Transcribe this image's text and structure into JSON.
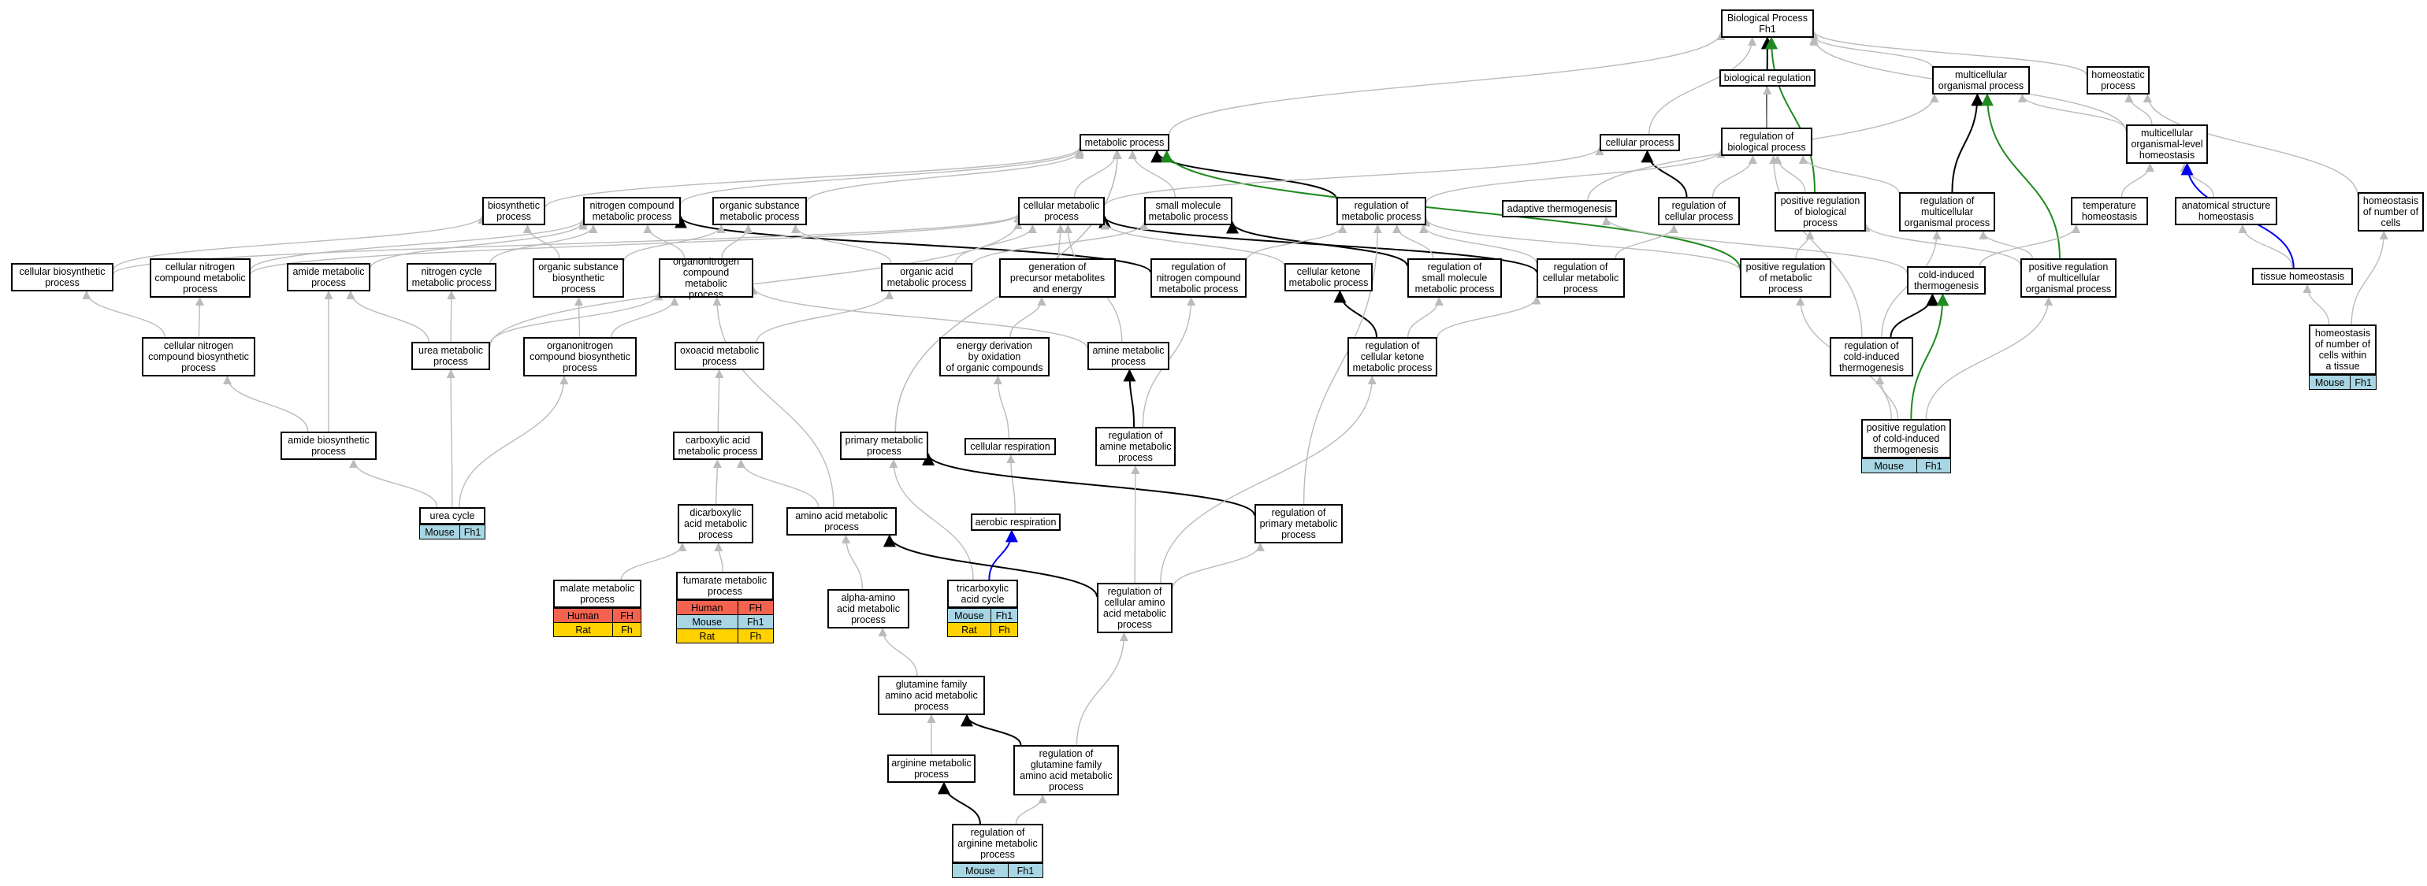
{
  "nodes": {
    "bp": "Biological Process\nFh1",
    "biological_regulation": "biological regulation",
    "multicellular_organismal_process": "multicellular\norganismal process",
    "homeostatic_process": "homeostatic\nprocess",
    "metabolic_process": "metabolic process",
    "cellular_process": "cellular process",
    "regulation_of_biological_process": "regulation of\nbiological process",
    "multicellular_organismal_level_homeostasis": "multicellular\norganismal-level\nhomeostasis",
    "biosynthetic_process": "biosynthetic\nprocess",
    "nitrogen_compound_metabolic_process": "nitrogen compound\nmetabolic process",
    "organic_substance_metabolic_process": "organic substance\nmetabolic process",
    "cellular_metabolic_process": "cellular metabolic\nprocess",
    "small_molecule_metabolic_process": "small molecule\nmetabolic process",
    "regulation_of_metabolic_process": "regulation of\nmetabolic process",
    "adaptive_thermogenesis": "adaptive thermogenesis",
    "regulation_of_cellular_process": "regulation of\ncellular process",
    "positive_regulation_of_biological_process": "positive regulation\nof biological\nprocess",
    "regulation_of_multicellular_organismal_process": "regulation of\nmulticellular\norganismal process",
    "temperature_homeostasis": "temperature\nhomeostasis",
    "anatomical_structure_homeostasis": "anatomical structure\nhomeostasis",
    "homeostasis_of_number_of_cells": "homeostasis\nof number of\ncells",
    "cellular_biosynthetic_process": "cellular biosynthetic\nprocess",
    "cellular_nitrogen_compound_metabolic_process": "cellular nitrogen\ncompound metabolic\nprocess",
    "amide_metabolic_process": "amide metabolic\nprocess",
    "nitrogen_cycle_metabolic_process": "nitrogen cycle\nmetabolic process",
    "organic_substance_biosynthetic_process": "organic substance\nbiosynthetic\nprocess",
    "organonitrogen_compound_metabolic_process": "organonitrogen\ncompound metabolic\nprocess",
    "organic_acid_metabolic_process": "organic acid\nmetabolic process",
    "generation_of_precursor_metabolites_and_energy": "generation of\nprecursor metabolites\nand energy",
    "regulation_of_nitrogen_compound_metabolic_process": "regulation of\nnitrogen compound\nmetabolic process",
    "cellular_ketone_metabolic_process": "cellular ketone\nmetabolic process",
    "regulation_of_small_molecule_metabolic_process": "regulation of\nsmall molecule\nmetabolic process",
    "regulation_of_cellular_metabolic_process": "regulation of\ncellular metabolic\nprocess",
    "positive_regulation_of_metabolic_process": "positive regulation\nof metabolic\nprocess",
    "cold_induced_thermogenesis": "cold-induced\nthermogenesis",
    "positive_regulation_of_multicellular_organismal_process": "positive regulation\nof multicellular\norganismal process",
    "tissue_homeostasis": "tissue homeostasis",
    "cellular_nitrogen_compound_biosynthetic_process": "cellular nitrogen\ncompound biosynthetic\nprocess",
    "urea_metabolic_process": "urea metabolic\nprocess",
    "organonitrogen_compound_biosynthetic_process": "organonitrogen\ncompound biosynthetic\nprocess",
    "oxoacid_metabolic_process": "oxoacid metabolic\nprocess",
    "energy_derivation_by_oxidation": "energy derivation\nby oxidation\nof organic compounds",
    "amine_metabolic_process": "amine metabolic\nprocess",
    "regulation_of_cellular_ketone_metabolic_process": "regulation of\ncellular ketone\nmetabolic process",
    "regulation_of_cold_induced_thermogenesis": "regulation of\ncold-induced\nthermogenesis",
    "homeostasis_of_number_of_cells_within_a_tissue": "homeostasis\nof number of\ncells within\na tissue",
    "amide_biosynthetic_process": "amide biosynthetic\nprocess",
    "carboxylic_acid_metabolic_process": "carboxylic acid\nmetabolic process",
    "primary_metabolic_process": "primary metabolic\nprocess",
    "cellular_respiration": "cellular respiration",
    "regulation_of_amine_metabolic_process": "regulation of\namine metabolic\nprocess",
    "positive_regulation_of_cold_induced_thermogenesis": "positive regulation\nof cold-induced\nthermogenesis",
    "urea_cycle": "urea cycle",
    "dicarboxylic_acid_metabolic_process": "dicarboxylic\nacid metabolic\nprocess",
    "amino_acid_metabolic_process": "amino acid metabolic\nprocess",
    "aerobic_respiration": "aerobic respiration",
    "regulation_of_primary_metabolic_process": "regulation of\nprimary metabolic\nprocess",
    "malate_metabolic_process": "malate metabolic\nprocess",
    "fumarate_metabolic_process": "fumarate metabolic\nprocess",
    "alpha_amino_acid_metabolic_process": "alpha-amino\nacid metabolic\nprocess",
    "tricarboxylic_acid_cycle": "tricarboxylic\nacid cycle",
    "regulation_of_cellular_amino_acid_metabolic_process": "regulation of\ncellular amino\nacid metabolic\nprocess",
    "glutamine_family_amino_acid_metabolic_process": "glutamine family\namino acid metabolic\nprocess",
    "arginine_metabolic_process": "arginine metabolic\nprocess",
    "regulation_of_glutamine_family_amino_acid_metabolic_process": "regulation of\nglutamine family\namino acid metabolic\nprocess",
    "regulation_of_arginine_metabolic_process": "regulation of\narginine metabolic\nprocess"
  },
  "annotations": {
    "urea_cycle": [
      [
        "Mouse",
        "Fh1"
      ]
    ],
    "malate_metabolic_process": [
      [
        "Human",
        "FH"
      ],
      [
        "Rat",
        "Fh"
      ]
    ],
    "fumarate_metabolic_process": [
      [
        "Human",
        "FH"
      ],
      [
        "Mouse",
        "Fh1"
      ],
      [
        "Rat",
        "Fh"
      ]
    ],
    "tricarboxylic_acid_cycle": [
      [
        "Mouse",
        "Fh1"
      ],
      [
        "Rat",
        "Fh"
      ]
    ],
    "regulation_of_arginine_metabolic_process": [
      [
        "Mouse",
        "Fh1"
      ]
    ],
    "positive_regulation_of_cold_induced_thermogenesis": [
      [
        "Mouse",
        "Fh1"
      ]
    ],
    "homeostasis_of_number_of_cells_within_a_tissue": [
      [
        "Mouse",
        "Fh1"
      ]
    ]
  },
  "edge_types": {
    "is_a": "#bbbbbb",
    "regulates": "#000000",
    "positively_regulates": "#1f8a1f",
    "part_of": "#0000ee"
  },
  "edges": [
    [
      "biological_regulation",
      "bp",
      "is_a"
    ],
    [
      "multicellular_organismal_process",
      "bp",
      "is_a"
    ],
    [
      "homeostatic_process",
      "bp",
      "is_a"
    ],
    [
      "metabolic_process",
      "bp",
      "is_a"
    ],
    [
      "cellular_process",
      "bp",
      "is_a"
    ],
    [
      "multicellular_organismal_level_homeostasis",
      "bp",
      "is_a"
    ],
    [
      "regulation_of_biological_process",
      "bp",
      "regulates"
    ],
    [
      "positive_regulation_of_biological_process",
      "bp",
      "positively_regulates"
    ],
    [
      "regulation_of_biological_process",
      "biological_regulation",
      "is_a"
    ],
    [
      "regulation_of_cellular_process",
      "cellular_process",
      "regulates"
    ],
    [
      "regulation_of_cellular_process",
      "regulation_of_biological_process",
      "is_a"
    ],
    [
      "positive_regulation_of_biological_process",
      "regulation_of_biological_process",
      "is_a"
    ],
    [
      "regulation_of_metabolic_process",
      "regulation_of_biological_process",
      "is_a"
    ],
    [
      "regulation_of_multicellular_organismal_process",
      "regulation_of_biological_process",
      "is_a"
    ],
    [
      "regulation_of_multicellular_organismal_process",
      "multicellular_organismal_process",
      "regulates"
    ],
    [
      "positive_regulation_of_multicellular_organismal_process",
      "multicellular_organismal_process",
      "positively_regulates"
    ],
    [
      "multicellular_organismal_level_homeostasis",
      "multicellular_organismal_process",
      "is_a"
    ],
    [
      "multicellular_organismal_level_homeostasis",
      "homeostatic_process",
      "is_a"
    ],
    [
      "temperature_homeostasis",
      "multicellular_organismal_level_homeostasis",
      "is_a"
    ],
    [
      "anatomical_structure_homeostasis",
      "multicellular_organismal_level_homeostasis",
      "is_a"
    ],
    [
      "homeostasis_of_number_of_cells",
      "homeostatic_process",
      "is_a"
    ],
    [
      "tissue_homeostasis",
      "multicellular_organismal_level_homeostasis",
      "part_of"
    ],
    [
      "tissue_homeostasis",
      "anatomical_structure_homeostasis",
      "is_a"
    ],
    [
      "homeostasis_of_number_of_cells_within_a_tissue",
      "homeostasis_of_number_of_cells",
      "is_a"
    ],
    [
      "homeostasis_of_number_of_cells_within_a_tissue",
      "tissue_homeostasis",
      "is_a"
    ],
    [
      "biosynthetic_process",
      "metabolic_process",
      "is_a"
    ],
    [
      "nitrogen_compound_metabolic_process",
      "metabolic_process",
      "is_a"
    ],
    [
      "organic_substance_metabolic_process",
      "metabolic_process",
      "is_a"
    ],
    [
      "cellular_metabolic_process",
      "metabolic_process",
      "is_a"
    ],
    [
      "small_molecule_metabolic_process",
      "metabolic_process",
      "is_a"
    ],
    [
      "regulation_of_metabolic_process",
      "metabolic_process",
      "regulates"
    ],
    [
      "positive_regulation_of_metabolic_process",
      "metabolic_process",
      "positively_regulates"
    ],
    [
      "primary_metabolic_process",
      "metabolic_process",
      "is_a"
    ],
    [
      "adaptive_thermogenesis",
      "multicellular_organismal_process",
      "is_a"
    ],
    [
      "cold_induced_thermogenesis",
      "adaptive_thermogenesis",
      "is_a"
    ],
    [
      "cold_induced_thermogenesis",
      "temperature_homeostasis",
      "is_a"
    ],
    [
      "cellular_metabolic_process",
      "cellular_process",
      "is_a"
    ],
    [
      "positive_regulation_of_metabolic_process",
      "regulation_of_metabolic_process",
      "is_a"
    ],
    [
      "positive_regulation_of_metabolic_process",
      "positive_regulation_of_biological_process",
      "is_a"
    ],
    [
      "regulation_of_cellular_metabolic_process",
      "regulation_of_metabolic_process",
      "is_a"
    ],
    [
      "regulation_of_cellular_metabolic_process",
      "regulation_of_cellular_process",
      "is_a"
    ],
    [
      "regulation_of_cellular_metabolic_process",
      "cellular_metabolic_process",
      "regulates"
    ],
    [
      "regulation_of_small_molecule_metabolic_process",
      "small_molecule_metabolic_process",
      "regulates"
    ],
    [
      "regulation_of_small_molecule_metabolic_process",
      "regulation_of_metabolic_process",
      "is_a"
    ],
    [
      "regulation_of_nitrogen_compound_metabolic_process",
      "nitrogen_compound_metabolic_process",
      "regulates"
    ],
    [
      "regulation_of_nitrogen_compound_metabolic_process",
      "regulation_of_metabolic_process",
      "is_a"
    ],
    [
      "positive_regulation_of_multicellular_organismal_process",
      "regulation_of_multicellular_organismal_process",
      "is_a"
    ],
    [
      "positive_regulation_of_multicellular_organismal_process",
      "positive_regulation_of_biological_process",
      "is_a"
    ],
    [
      "regulation_of_cold_induced_thermogenesis",
      "cold_induced_thermogenesis",
      "regulates"
    ],
    [
      "regulation_of_cold_induced_thermogenesis",
      "regulation_of_multicellular_organismal_process",
      "is_a"
    ],
    [
      "regulation_of_cold_induced_thermogenesis",
      "regulation_of_biological_process",
      "is_a"
    ],
    [
      "positive_regulation_of_cold_induced_thermogenesis",
      "cold_induced_thermogenesis",
      "positively_regulates"
    ],
    [
      "positive_regulation_of_cold_induced_thermogenesis",
      "regulation_of_cold_induced_thermogenesis",
      "is_a"
    ],
    [
      "positive_regulation_of_cold_induced_thermogenesis",
      "positive_regulation_of_metabolic_process",
      "is_a"
    ],
    [
      "positive_regulation_of_cold_induced_thermogenesis",
      "positive_regulation_of_multicellular_organismal_process",
      "is_a"
    ],
    [
      "cellular_biosynthetic_process",
      "biosynthetic_process",
      "is_a"
    ],
    [
      "cellular_biosynthetic_process",
      "cellular_metabolic_process",
      "is_a"
    ],
    [
      "cellular_nitrogen_compound_metabolic_process",
      "nitrogen_compound_metabolic_process",
      "is_a"
    ],
    [
      "cellular_nitrogen_compound_metabolic_process",
      "cellular_metabolic_process",
      "is_a"
    ],
    [
      "amide_metabolic_process",
      "nitrogen_compound_metabolic_process",
      "is_a"
    ],
    [
      "nitrogen_cycle_metabolic_process",
      "nitrogen_compound_metabolic_process",
      "is_a"
    ],
    [
      "organic_substance_biosynthetic_process",
      "biosynthetic_process",
      "is_a"
    ],
    [
      "organic_substance_biosynthetic_process",
      "organic_substance_metabolic_process",
      "is_a"
    ],
    [
      "organonitrogen_compound_metabolic_process",
      "nitrogen_compound_metabolic_process",
      "is_a"
    ],
    [
      "organonitrogen_compound_metabolic_process",
      "organic_substance_metabolic_process",
      "is_a"
    ],
    [
      "organic_acid_metabolic_process",
      "organic_substance_metabolic_process",
      "is_a"
    ],
    [
      "organic_acid_metabolic_process",
      "cellular_metabolic_process",
      "is_a"
    ],
    [
      "organic_acid_metabolic_process",
      "small_molecule_metabolic_process",
      "is_a"
    ],
    [
      "generation_of_precursor_metabolites_and_energy",
      "cellular_metabolic_process",
      "is_a"
    ],
    [
      "cellular_ketone_metabolic_process",
      "cellular_metabolic_process",
      "is_a"
    ],
    [
      "amine_metabolic_process",
      "organonitrogen_compound_metabolic_process",
      "is_a"
    ],
    [
      "amine_metabolic_process",
      "cellular_metabolic_process",
      "is_a"
    ],
    [
      "cellular_nitrogen_compound_biosynthetic_process",
      "cellular_biosynthetic_process",
      "is_a"
    ],
    [
      "cellular_nitrogen_compound_biosynthetic_process",
      "cellular_nitrogen_compound_metabolic_process",
      "is_a"
    ],
    [
      "urea_metabolic_process",
      "amide_metabolic_process",
      "is_a"
    ],
    [
      "urea_metabolic_process",
      "nitrogen_cycle_metabolic_process",
      "is_a"
    ],
    [
      "urea_metabolic_process",
      "organonitrogen_compound_metabolic_process",
      "is_a"
    ],
    [
      "urea_metabolic_process",
      "cellular_metabolic_process",
      "is_a"
    ],
    [
      "organonitrogen_compound_biosynthetic_process",
      "organic_substance_biosynthetic_process",
      "is_a"
    ],
    [
      "organonitrogen_compound_biosynthetic_process",
      "organonitrogen_compound_metabolic_process",
      "is_a"
    ],
    [
      "oxoacid_metabolic_process",
      "organic_acid_metabolic_process",
      "is_a"
    ],
    [
      "energy_derivation_by_oxidation",
      "generation_of_precursor_metabolites_and_energy",
      "is_a"
    ],
    [
      "regulation_of_cellular_ketone_metabolic_process",
      "cellular_ketone_metabolic_process",
      "regulates"
    ],
    [
      "regulation_of_cellular_ketone_metabolic_process",
      "regulation_of_small_molecule_metabolic_process",
      "is_a"
    ],
    [
      "regulation_of_cellular_ketone_metabolic_process",
      "regulation_of_cellular_metabolic_process",
      "is_a"
    ],
    [
      "amide_biosynthetic_process",
      "cellular_nitrogen_compound_biosynthetic_process",
      "is_a"
    ],
    [
      "amide_biosynthetic_process",
      "amide_metabolic_process",
      "is_a"
    ],
    [
      "carboxylic_acid_metabolic_process",
      "oxoacid_metabolic_process",
      "is_a"
    ],
    [
      "primary_metabolic_process",
      "metabolic_process",
      "is_a"
    ],
    [
      "cellular_respiration",
      "energy_derivation_by_oxidation",
      "is_a"
    ],
    [
      "regulation_of_amine_metabolic_process",
      "amine_metabolic_process",
      "regulates"
    ],
    [
      "regulation_of_amine_metabolic_process",
      "regulation_of_nitrogen_compound_metabolic_process",
      "is_a"
    ],
    [
      "urea_cycle",
      "urea_metabolic_process",
      "is_a"
    ],
    [
      "urea_cycle",
      "amide_biosynthetic_process",
      "is_a"
    ],
    [
      "urea_cycle",
      "organonitrogen_compound_biosynthetic_process",
      "is_a"
    ],
    [
      "dicarboxylic_acid_metabolic_process",
      "carboxylic_acid_metabolic_process",
      "is_a"
    ],
    [
      "amino_acid_metabolic_process",
      "carboxylic_acid_metabolic_process",
      "is_a"
    ],
    [
      "amino_acid_metabolic_process",
      "organonitrogen_compound_metabolic_process",
      "is_a"
    ],
    [
      "aerobic_respiration",
      "cellular_respiration",
      "is_a"
    ],
    [
      "regulation_of_primary_metabolic_process",
      "primary_metabolic_process",
      "regulates"
    ],
    [
      "regulation_of_primary_metabolic_process",
      "regulation_of_metabolic_process",
      "is_a"
    ],
    [
      "malate_metabolic_process",
      "dicarboxylic_acid_metabolic_process",
      "is_a"
    ],
    [
      "fumarate_metabolic_process",
      "dicarboxylic_acid_metabolic_process",
      "is_a"
    ],
    [
      "alpha_amino_acid_metabolic_process",
      "amino_acid_metabolic_process",
      "is_a"
    ],
    [
      "tricarboxylic_acid_cycle",
      "aerobic_respiration",
      "part_of"
    ],
    [
      "tricarboxylic_acid_cycle",
      "primary_metabolic_process",
      "is_a"
    ],
    [
      "regulation_of_cellular_amino_acid_metabolic_process",
      "amino_acid_metabolic_process",
      "regulates"
    ],
    [
      "regulation_of_cellular_amino_acid_metabolic_process",
      "regulation_of_amine_metabolic_process",
      "is_a"
    ],
    [
      "regulation_of_cellular_amino_acid_metabolic_process",
      "regulation_of_primary_metabolic_process",
      "is_a"
    ],
    [
      "regulation_of_cellular_amino_acid_metabolic_process",
      "regulation_of_cellular_ketone_metabolic_process",
      "is_a"
    ],
    [
      "glutamine_family_amino_acid_metabolic_process",
      "alpha_amino_acid_metabolic_process",
      "is_a"
    ],
    [
      "arginine_metabolic_process",
      "glutamine_family_amino_acid_metabolic_process",
      "is_a"
    ],
    [
      "regulation_of_glutamine_family_amino_acid_metabolic_process",
      "glutamine_family_amino_acid_metabolic_process",
      "regulates"
    ],
    [
      "regulation_of_glutamine_family_amino_acid_metabolic_process",
      "regulation_of_cellular_amino_acid_metabolic_process",
      "is_a"
    ],
    [
      "regulation_of_arginine_metabolic_process",
      "arginine_metabolic_process",
      "regulates"
    ],
    [
      "regulation_of_arginine_metabolic_process",
      "regulation_of_glutamine_family_amino_acid_metabolic_process",
      "is_a"
    ]
  ]
}
